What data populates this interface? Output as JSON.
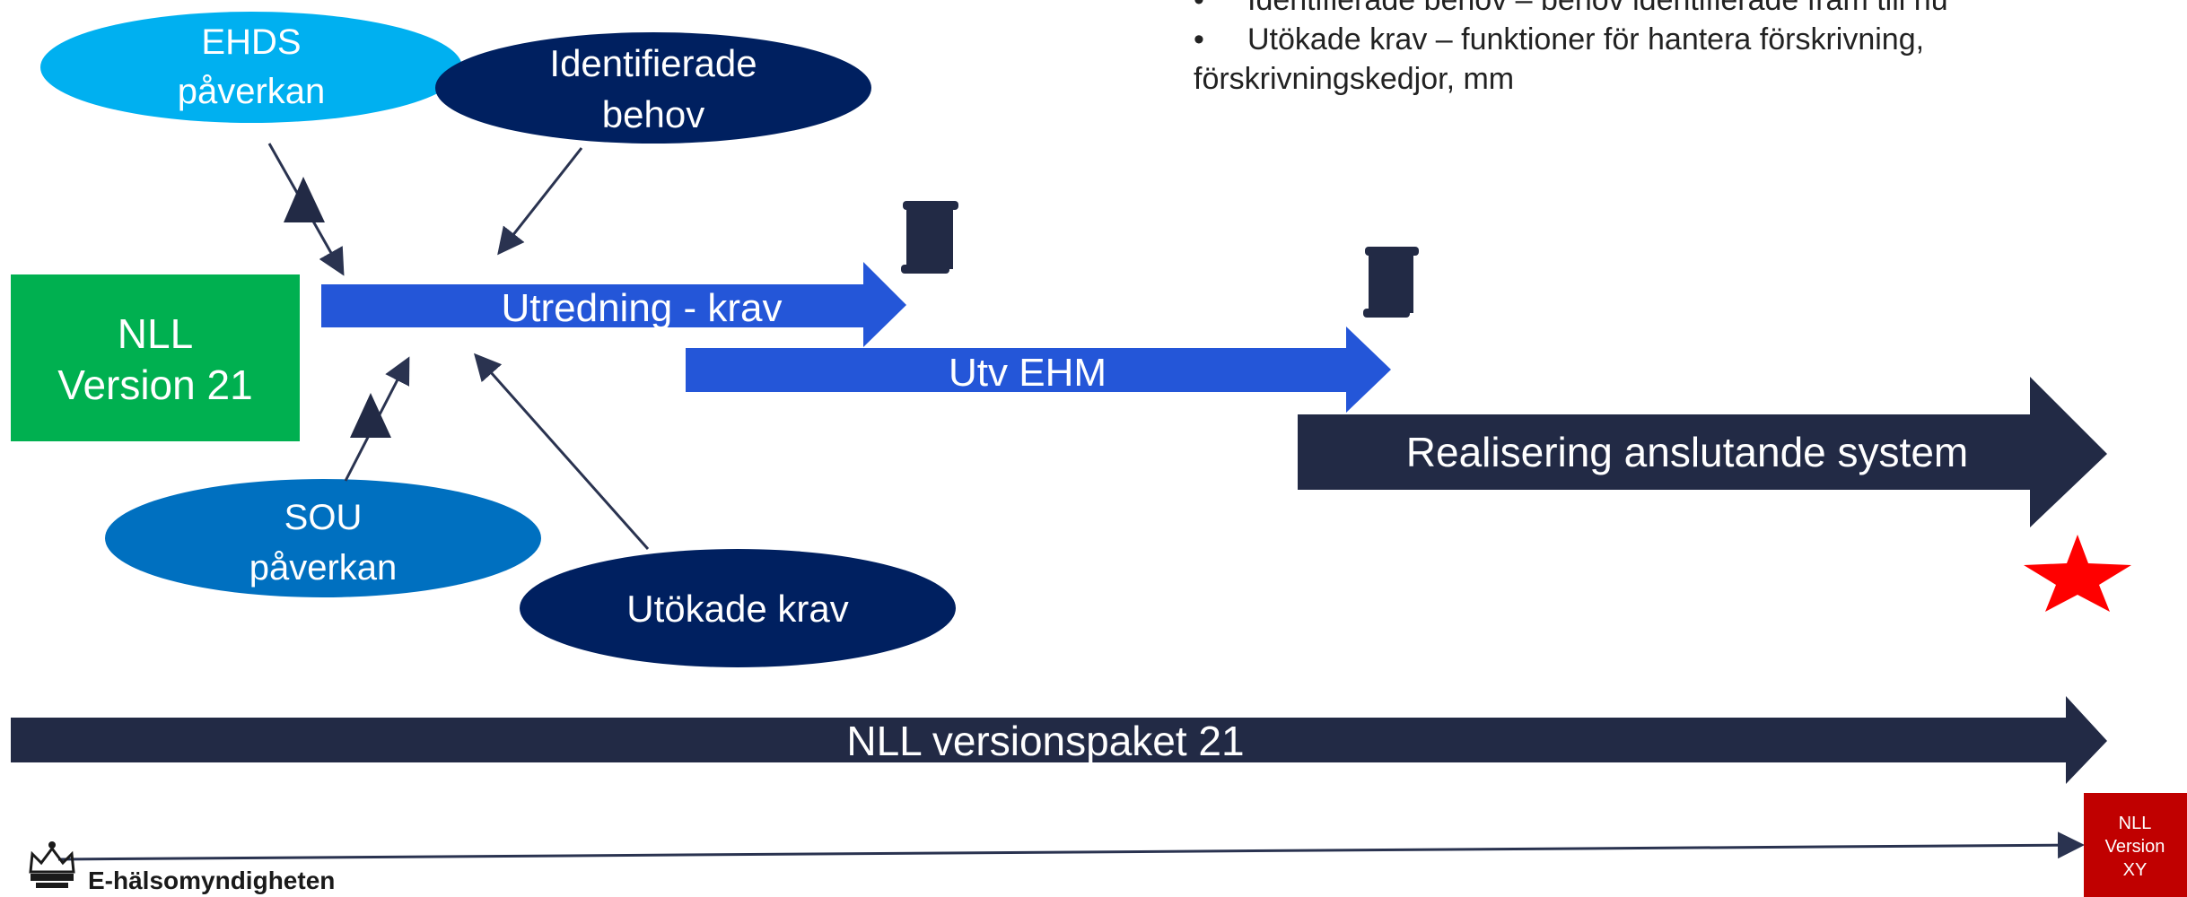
{
  "bullets": [
    "Identifierade behov – behov identifierade fram till nu",
    "Utökade krav – funktioner för hantera förskrivning,"
  ],
  "bullet_continuation": "förskrivningskedjor, mm",
  "ellipses": {
    "ehds": [
      "EHDS",
      "påverkan"
    ],
    "identifierade": [
      "Identifierade",
      "behov"
    ],
    "sou": [
      "SOU",
      "påverkan"
    ],
    "utokade": "Utökade krav"
  },
  "nll_box": [
    "NLL",
    "Version 21"
  ],
  "arrows": {
    "utredning": "Utredning - krav",
    "utv": "Utv EHM",
    "realisering": "Realisering anslutande system",
    "versionspaket": "NLL versionspaket 21"
  },
  "nll_xy": [
    "NLL",
    "Version",
    "XY"
  ],
  "logo_text": "E-hälsomyndigheten",
  "colors": {
    "light_blue": "#00b0f0",
    "mid_blue": "#0070c0",
    "navy": "#002060",
    "bright_blue": "#2456d8",
    "dark_slate": "#222a45",
    "green": "#00b050",
    "red": "#c00000",
    "star": "#ff0000"
  }
}
